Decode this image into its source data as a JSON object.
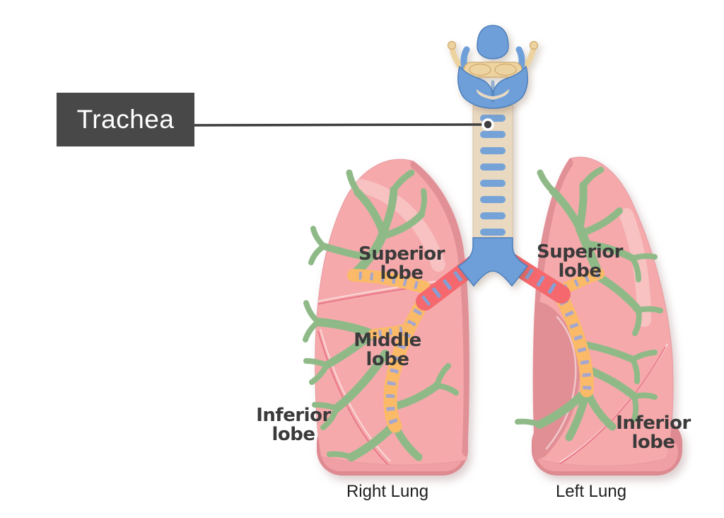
{
  "callout": {
    "label": "Trachea"
  },
  "labels": {
    "right_superior": {
      "line1": "Superior",
      "line2": "lobe"
    },
    "left_superior": {
      "line1": "Superior",
      "line2": "lobe"
    },
    "right_middle": {
      "line1": "Middle",
      "line2": "lobe"
    },
    "right_inferior": {
      "line1": "Inferior",
      "line2": "lobe"
    },
    "left_inferior": {
      "line1": "Inferior",
      "line2": "lobe"
    }
  },
  "captions": {
    "right_lung": "Right Lung",
    "left_lung": "Left Lung"
  },
  "colors": {
    "lung_pink": "#f5a9ab",
    "lung_edge": "#df8d94",
    "lung_base": "#de8a91",
    "lung_base_light": "#f0a0a4",
    "fissure": "#e56a7d",
    "bronchus_red": "#f5696e",
    "bronchus_orange": "#fbba67",
    "bronchus_green": "#8fba88",
    "dash_blue": "#85a0d6",
    "dash_purple": "#a5a6cf",
    "trachea_cream": "#e9d9c1",
    "trachea_ring_blue": "#76a3d7",
    "larynx_blue": "#6f9fd8",
    "larynx_blue_dark": "#4d7fbc",
    "hyoid_cream": "#ecd3a0",
    "hyoid_cream_dark": "#cfa96c",
    "label_box_bg": "#484848",
    "label_box_text": "#ffffff",
    "label_text": "#3a3a3a",
    "caption_text": "#1f1f1f",
    "leader_line": "#3f3f3f",
    "bg": "#ffffff"
  }
}
